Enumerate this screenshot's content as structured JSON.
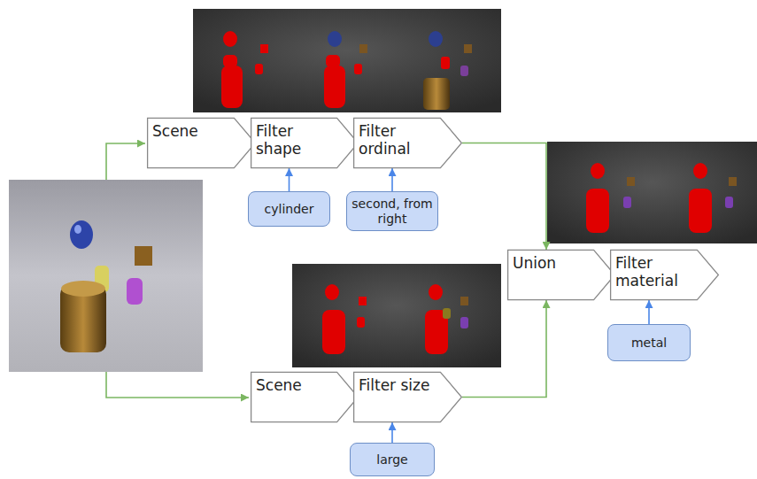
{
  "diagram": {
    "nodes": [
      {
        "text": [
          "Scene"
        ]
      },
      {
        "text": [
          "Filter shape"
        ]
      },
      {
        "text": [
          "Filter ordinal"
        ]
      },
      {
        "text": [
          "cylinder"
        ]
      },
      {
        "text": [
          "second, from right"
        ]
      },
      {
        "text": [
          "Union"
        ]
      },
      {
        "text": [
          "Filter material"
        ]
      },
      {
        "text": [
          "metal"
        ]
      },
      {
        "text": [
          "Scene"
        ]
      },
      {
        "text": [
          "Filter size"
        ]
      },
      {
        "text": [
          "large"
        ]
      }
    ],
    "edges": [
      {
        "from": 3,
        "to": 1,
        "arrow": "to"
      },
      {
        "from": 4,
        "to": 2,
        "arrow": "to"
      },
      {
        "from": 2,
        "to": 5,
        "arrow": "to"
      },
      {
        "from": 9,
        "to": 5,
        "arrow": "to"
      },
      {
        "from": 7,
        "to": 6,
        "arrow": "to"
      },
      {
        "from": 10,
        "to": 9,
        "arrow": "to"
      }
    ]
  }
}
